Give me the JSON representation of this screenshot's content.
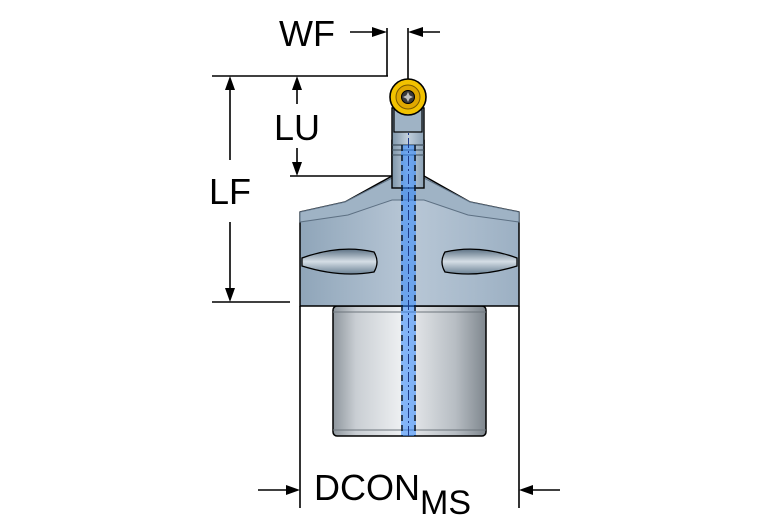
{
  "labels": {
    "wf": "WF",
    "lu": "LU",
    "lf": "LF",
    "dcon": "DCON",
    "dcon_sub": "MS"
  },
  "colors": {
    "body_light": "#b4c3d2",
    "body_mid": "#8ea4b8",
    "body_dark": "#6e8497",
    "shank_light": "#d8dde2",
    "shank_dark": "#8e969d",
    "coolant": "#1e90ff",
    "insert": "#f2c200",
    "line": "#000000"
  },
  "icons": {
    "insert": "turning-insert-icon",
    "screw": "torx-screw-icon"
  }
}
